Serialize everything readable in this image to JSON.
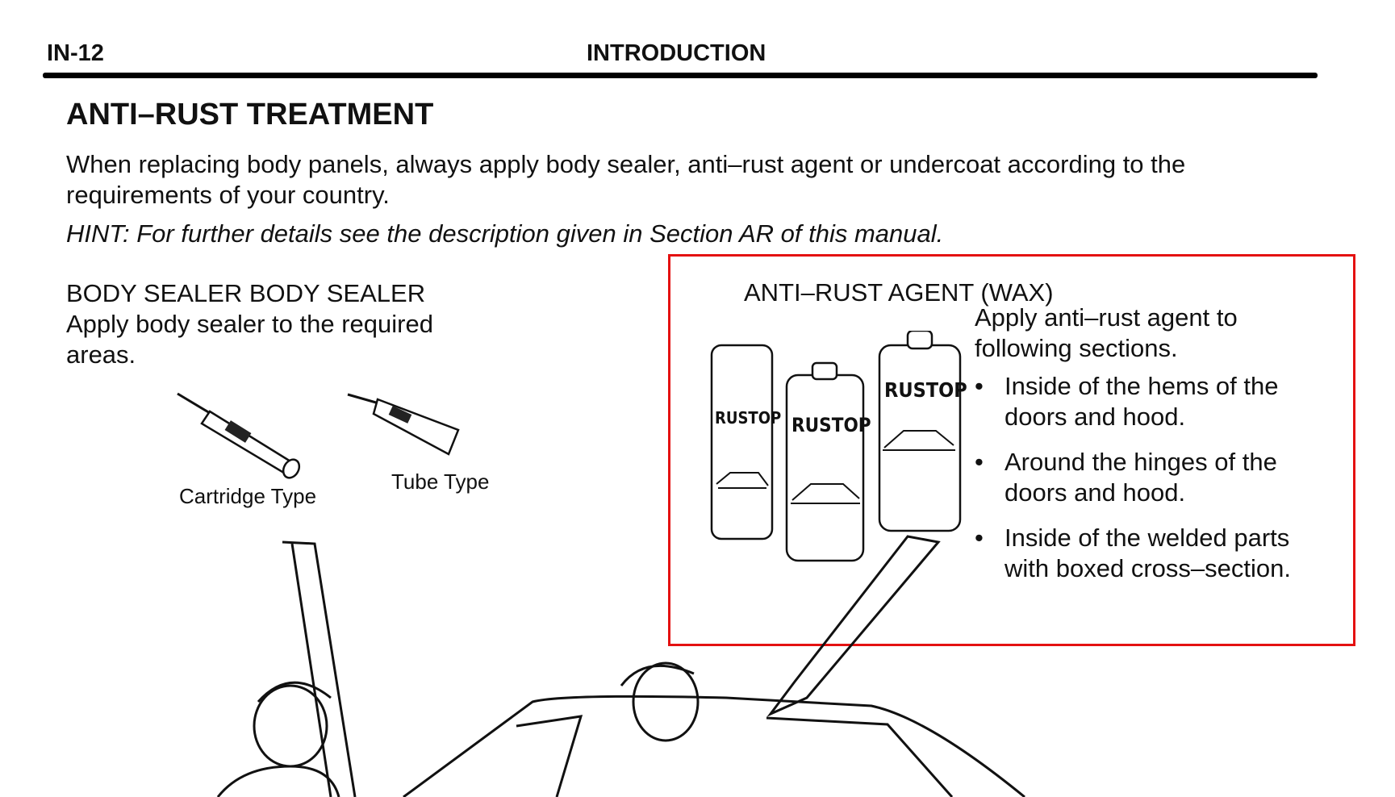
{
  "header": {
    "page_number": "IN-12",
    "section": "INTRODUCTION"
  },
  "title": "ANTI–RUST TREATMENT",
  "intro": {
    "paragraph": "When replacing body panels, always apply body sealer, anti–rust agent or undercoat according to the requirements of your country.",
    "hint": "HINT: For further details see the description given in Section AR of this manual."
  },
  "body_sealer": {
    "heading": "BODY SEALER BODY SEALER",
    "text": "Apply body sealer to the required areas.",
    "captions": [
      "Cartridge Type",
      "Tube Type"
    ]
  },
  "anti_rust": {
    "heading": "ANTI–RUST AGENT (WAX)",
    "text": "Apply anti–rust agent to following sections.",
    "items": [
      "Inside of the hems of the doors and hood.",
      "Around the hinges of the doors and hood.",
      "Inside of the welded parts with boxed cross–section."
    ],
    "can_label": "RUSTOP"
  },
  "colors": {
    "highlight_border": "#e41111"
  }
}
